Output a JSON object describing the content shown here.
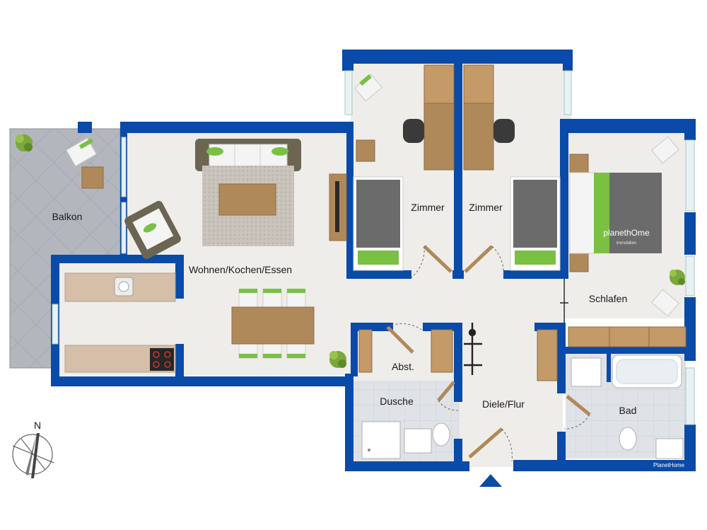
{
  "rooms": {
    "balkon": "Balkon",
    "wohnen": "Wohnen/Kochen/Essen",
    "zimmer1": "Zimmer",
    "zimmer2": "Zimmer",
    "schlafen": "Schlafen",
    "abst": "Abst.",
    "dusche": "Dusche",
    "diele": "Diele/Flur",
    "bad": "Bad"
  },
  "compass": {
    "north_label": "N"
  },
  "branding": {
    "bed_logo": "planethOme",
    "bed_logo_sub": "immobilien",
    "watermark": "PlanetHome"
  },
  "colors": {
    "wall": "#0a4aa8",
    "floor": "#eeedea",
    "wet_floor": "#dfe2e6",
    "balcony": "#b3b7bd",
    "wood": "#b0895a",
    "accent_green": "#7ac043",
    "rug": "#c9c2bb",
    "bed_gray": "#6b6b6b"
  }
}
